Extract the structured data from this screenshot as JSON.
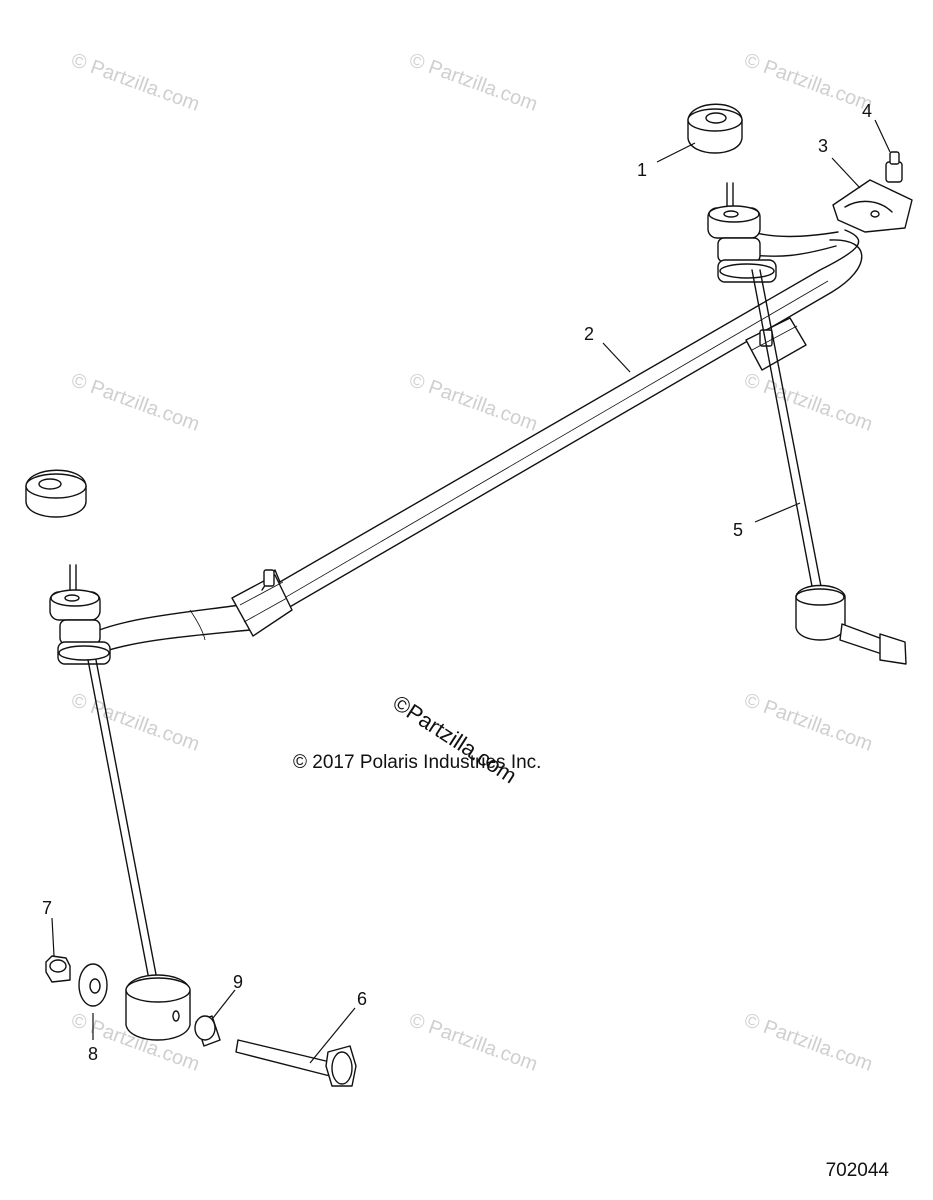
{
  "watermark": "© Partzilla.com",
  "center_watermark": "©Partzilla.com",
  "copyright": "© 2017 Polaris Industries Inc.",
  "diagram_id": "702044",
  "callouts": {
    "c1": "1",
    "c2": "2",
    "c3": "3",
    "c4": "4",
    "c5": "5",
    "c6": "6",
    "c7": "7",
    "c8": "8",
    "c9": "9"
  }
}
